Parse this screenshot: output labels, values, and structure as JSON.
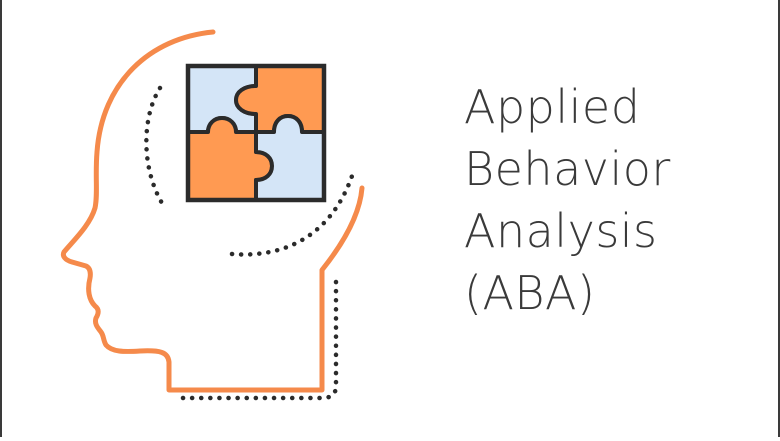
{
  "title": {
    "lines": [
      "Applied",
      "Behavior",
      "Analysis",
      "(ABA)"
    ]
  },
  "illustration": {
    "icon": "head-puzzle-icon",
    "colors": {
      "outline": "#f58a4b",
      "stroke": "#2b2b2b",
      "piece_orange": "#ff9a52",
      "piece_blue": "#d4e5f7"
    }
  }
}
